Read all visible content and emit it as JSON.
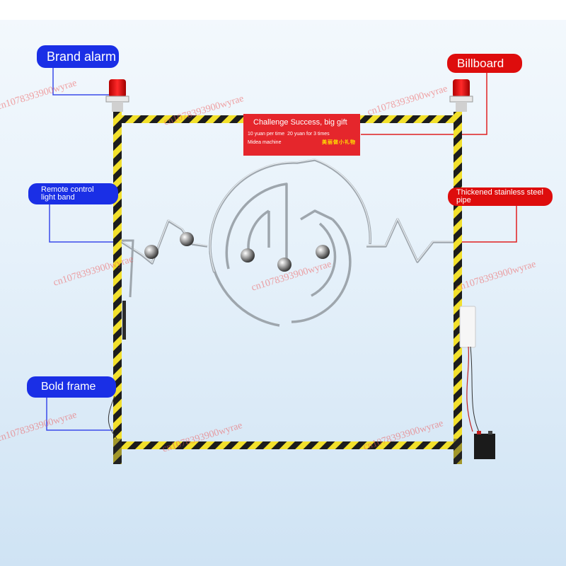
{
  "labels": {
    "brand_alarm": "Brand alarm",
    "billboard": "Billboard",
    "remote_control": "Remote control light band",
    "steel_pipe": "Thickened stainless steel pipe",
    "bold_frame": "Bold frame"
  },
  "billboard_text": {
    "headline": "Challenge Success, big gift",
    "price_single": "10 yuan per time",
    "price_bundle": "20 yuan for 3 times",
    "machine": "Midea machine",
    "chinese": "美丽做小礼物"
  },
  "watermark": "cn1078393900wyrae",
  "colors": {
    "callout_blue": "#1a2fe6",
    "callout_red": "#de0d0d",
    "billboard_red": "#e5262c",
    "stripe_yellow": "#f2e02c",
    "stripe_black": "#1c1c1c"
  }
}
